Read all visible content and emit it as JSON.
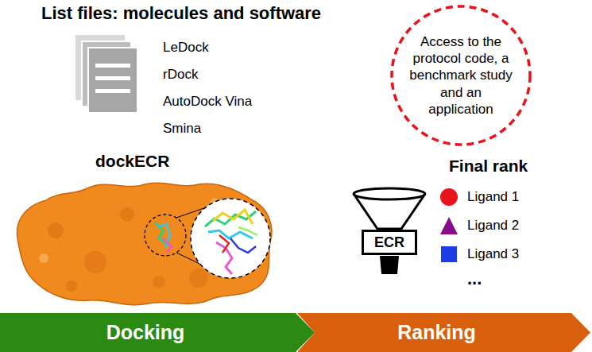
{
  "diagram": {
    "nodes": [
      {
        "text": [
          "Access to the protocol code, a benchmark study and an application"
        ]
      },
      {
        "text": [
          "ECR"
        ]
      },
      {
        "text": [
          "Docking"
        ]
      },
      {
        "text": [
          "Ranking"
        ]
      }
    ],
    "labels": [
      "List files: molecules and software",
      "LeDock",
      "rDock",
      "AutoDock Vina",
      "Smina",
      "dockECR",
      "Final rank",
      "..."
    ],
    "legend": [
      {
        "text": "Ligand 1",
        "color": "#e8131b"
      },
      {
        "text": "Ligand 2",
        "color": "#8a0d87"
      },
      {
        "text": "Ligand 3",
        "color": "#1c3de6"
      }
    ]
  }
}
